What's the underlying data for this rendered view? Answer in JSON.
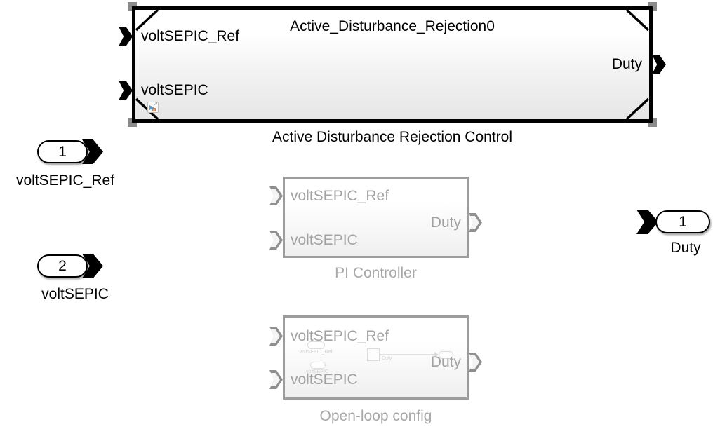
{
  "variant_block": {
    "title": "Active_Disturbance_Rejection0",
    "input_ports": [
      {
        "label": "voltSEPIC_Ref"
      },
      {
        "label": "voltSEPIC"
      }
    ],
    "output_ports": [
      {
        "label": "Duty"
      }
    ],
    "caption": "Active Disturbance Rejection Control"
  },
  "inports": [
    {
      "number": "1",
      "label": "voltSEPIC_Ref"
    },
    {
      "number": "2",
      "label": "voltSEPIC"
    }
  ],
  "outports": [
    {
      "number": "1",
      "label": "Duty"
    }
  ],
  "variant_choices": [
    {
      "caption": "PI Controller",
      "input_ports": [
        {
          "label": "voltSEPIC_Ref"
        },
        {
          "label": "voltSEPIC"
        }
      ],
      "output_ports": [
        {
          "label": "Duty"
        }
      ]
    },
    {
      "caption": "Open-loop config",
      "input_ports": [
        {
          "label": "voltSEPIC_Ref"
        },
        {
          "label": "voltSEPIC"
        }
      ],
      "output_ports": [
        {
          "label": "Duty"
        }
      ],
      "preview": {
        "inport_labels": [
          "voltSEPIC_Ref",
          "voltSEPIC"
        ],
        "signal_label": "Duty"
      }
    }
  ],
  "colors": {
    "block_border": "#000000",
    "disabled_gray": "#a2a2a2",
    "disabled_border_gray": "#9c9c9c",
    "corner_handle_gray": "#8a8a8a",
    "badge_blue": "#5b9bd5",
    "badge_orange": "#e8a06c",
    "canvas_bg": "#ffffff"
  }
}
